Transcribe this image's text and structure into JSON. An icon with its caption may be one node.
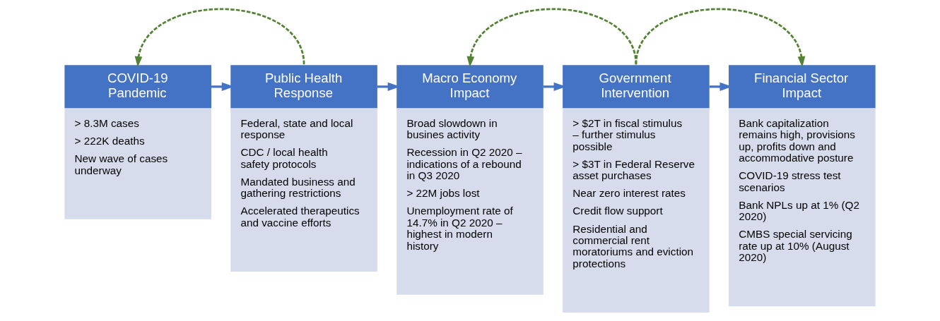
{
  "diagram": {
    "nodes": [
      {
        "text": [
          "COVID-19 Pandemic",
          "> 8.3M cases",
          "> 222K deaths",
          "New wave of cases underway"
        ]
      },
      {
        "text": [
          "Public Health Response",
          "Federal, state and local response",
          "CDC / local health safety protocols",
          "Mandated business and gathering restrictions",
          "Accelerated therapeutics and vaccine efforts"
        ]
      },
      {
        "text": [
          "Macro Economy Impact",
          "Broad slowdown in busines activity",
          "Recession in Q2 2020 – indications of a rebound in Q3 2020",
          "> 22M jobs lost",
          "Unemployment rate of 14.7% in Q2 2020 – highest in modern history"
        ]
      },
      {
        "text": [
          "Government Intervention",
          "> $2T in fiscal stimulus – further stimulus possible",
          "> $3T in Federal Reserve asset purchases",
          "Near zero interest rates",
          "Credit flow support",
          "Residential and commercial rent moratoriums and eviction protections"
        ]
      },
      {
        "text": [
          "Financial Sector Impact",
          "Bank capitalization remains high, provisions up, profits down and accommodative posture",
          "COVID-19 stress test scenarios",
          "Bank NPLs up at 1% (Q2 2020)",
          "CMBS special servicing rate up at 10% (August 2020)"
        ]
      }
    ],
    "edges": [
      {
        "from": 0,
        "to": 1,
        "arrow": "to"
      },
      {
        "from": 1,
        "to": 2,
        "arrow": "to"
      },
      {
        "from": 2,
        "to": 3,
        "arrow": "to"
      },
      {
        "from": 3,
        "to": 4,
        "arrow": "to"
      },
      {
        "from": 1,
        "to": 0,
        "arrow": "to",
        "style": "dashed",
        "color": "#548235"
      },
      {
        "from": 3,
        "to": 2,
        "arrow": "to",
        "style": "dashed",
        "color": "#548235"
      },
      {
        "from": 3,
        "to": 4,
        "arrow": "to",
        "style": "dashed",
        "color": "#548235"
      }
    ]
  }
}
